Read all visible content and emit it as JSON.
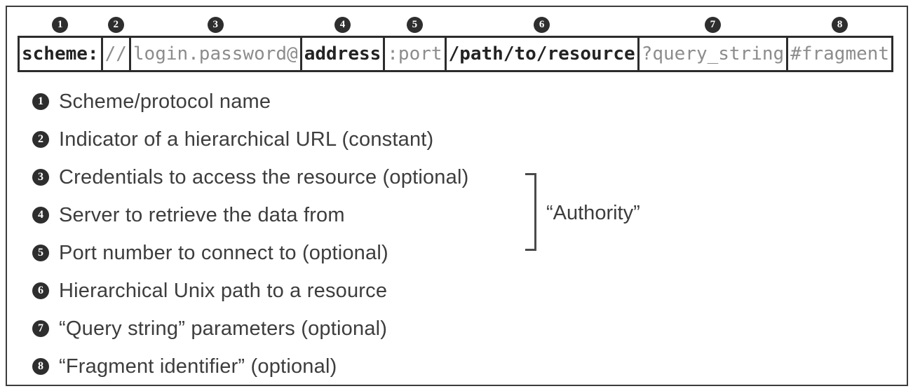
{
  "figure": {
    "description_colors": {
      "frame_border": "#3c3c3c",
      "box_border": "#2c2c2c",
      "dark_text": "#232323",
      "gray_text": "#8c8c8c",
      "bullet_fill": "#2e2e2e",
      "legend_text": "#3d3d3d"
    },
    "url_bar": {
      "segments": [
        {
          "num": "1",
          "text": "scheme:",
          "tone": "dark"
        },
        {
          "num": "2",
          "text": "//",
          "tone": "gray"
        },
        {
          "num": "3",
          "text": "login.password@",
          "tone": "gray"
        },
        {
          "num": "4",
          "text": "address",
          "tone": "dark"
        },
        {
          "num": "5",
          "text": ":port",
          "tone": "gray"
        },
        {
          "num": "6",
          "text": "/path/to/resource",
          "tone": "dark"
        },
        {
          "num": "7",
          "text": "?query_string",
          "tone": "gray"
        },
        {
          "num": "8",
          "text": "#fragment",
          "tone": "gray"
        }
      ]
    },
    "legend": {
      "items": [
        {
          "num": "1",
          "text": "Scheme/protocol name"
        },
        {
          "num": "2",
          "text": "Indicator of a hierarchical URL (constant)"
        },
        {
          "num": "3",
          "text": "Credentials to access the resource (optional)"
        },
        {
          "num": "4",
          "text": "Server to retrieve the data from"
        },
        {
          "num": "5",
          "text": "Port number to connect to (optional)"
        },
        {
          "num": "6",
          "text": "Hierarchical Unix path to a resource"
        },
        {
          "num": "7",
          "text": "“Query string” parameters (optional)"
        },
        {
          "num": "8",
          "text": "“Fragment identifier” (optional)"
        }
      ],
      "authority_label": "“Authority”",
      "authority_groups_items": "3-5"
    }
  }
}
